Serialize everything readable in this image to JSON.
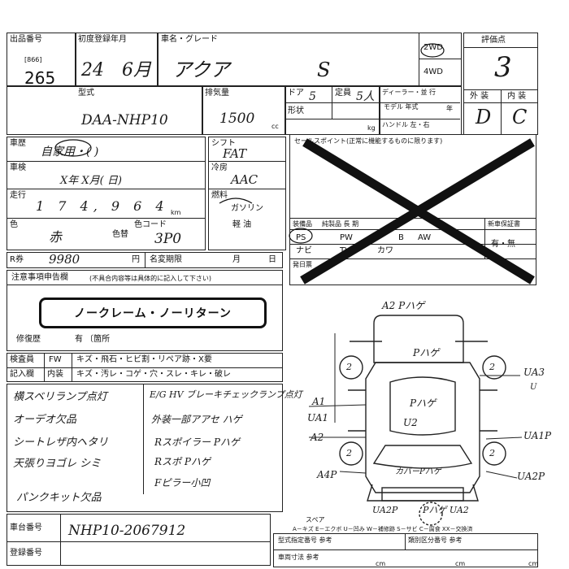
{
  "header": {
    "lot_label": "出品番号",
    "lot_code": "[866]",
    "lot_number": "265",
    "first_reg_label": "初度登録年月",
    "year": "24",
    "month": "6月",
    "model_label": "車名・グレード",
    "model_name": "アクア",
    "grade": "S",
    "drive_2wd": "2WD",
    "drive_4wd": "4WD",
    "score_label": "評価点",
    "score": "3",
    "type_label": "型式",
    "type_value": "DAA-NHP10",
    "disp_label": "排気量",
    "disp_value": "1500",
    "disp_unit": "cc",
    "doors_label": "ドア",
    "doors_value": "5",
    "capacity_label": "定員",
    "capacity_value": "5人",
    "dealer_label": "ディーラー・並 行",
    "shape_label": "形状",
    "model_year_label": "モデル 年式",
    "year_unit": "年",
    "weight_unit": "kg",
    "handle_label": "ハンドル 左・右",
    "ext_label": "外 装",
    "int_label": "内 装",
    "ext_value": "D",
    "int_value": "C"
  },
  "details": {
    "history_label": "車歴",
    "history_value": "自家用・(          )",
    "inspection_label": "車検",
    "inspection_value": "X年   X月(  日)",
    "mileage_label": "走行",
    "mileage_value": "1 7 4, 9 6 4",
    "mileage_unit": "km",
    "color_label": "色",
    "color_value": "赤",
    "change_label": "色替",
    "color_code_label": "色コード",
    "color_code_value": "3P0",
    "recycle_label": "R券",
    "recycle_value": "9980",
    "yen": "円",
    "name_change_label": "名変期限",
    "month_unit": "月",
    "day_unit": "日",
    "shift_label": "シフト",
    "shift_value": "FAT",
    "ac_label": "冷房",
    "ac_value": "AAC",
    "fuel_label": "燃料",
    "fuel_value": "ガソリン",
    "fuel_options": "軽 油",
    "sales_point_label": "セールスポイント(正常に機能するものに限ります)",
    "equip_label": "装備品",
    "equip_genuine": "純製品 長 期",
    "new_warranty_label": "新車保証書",
    "equip_items": [
      "PS",
      "PW",
      "B",
      "AW",
      "ナビ",
      "TV",
      "カワ"
    ],
    "warranty_value": "有・無",
    "date_label": "発日票"
  },
  "notes": {
    "notice_label": "注意事項申告欄",
    "notice_sub": "(不具合内容等は具体的に記入して下さい)",
    "no_claim": "ノークレーム・ノーリターン",
    "repair_label": "修復歴",
    "repair_value": "有 〔箇所",
    "inspector_label": "検査員",
    "entry_label": "記入欄",
    "fw_label": "FW",
    "fw_items": "キズ・飛石・ヒビ割・リペア跡・X要",
    "int_row_label": "内装",
    "int_items": "キズ・汚レ・コゲ・穴・スレ・キレ・破レ",
    "left_notes": [
      "横スベリランプ点灯",
      "オーデオ欠品",
      "シートレザ内ヘタリ",
      "天張りヨゴレ シミ",
      "パンクキット欠品"
    ],
    "right_notes": [
      "E/G HV ブレーキチェックランプ点灯",
      "外装一部アアセ ハゲ",
      "Rスポイラー Pハゲ",
      "Rスポ Pハゲ",
      "Fピラー小凹"
    ]
  },
  "diagram": {
    "marks": [
      "A2 Pハゲ",
      "Pハゲ",
      "Pハゲ",
      "U2",
      "A1",
      "UA1",
      "A2",
      "A4P",
      "カバーPハゲ",
      "UA2P",
      "Pハゲ UA2",
      "UA3",
      "U",
      "UA1P",
      "UA2P",
      "2",
      "2",
      "2",
      "2"
    ],
    "spare_label": "スペア",
    "legend": "A－キズ  E－エクボ  U－凹み  W－補修跡  S－サビ  C－腐食  XX－交換済"
  },
  "footer": {
    "chassis_label": "車台番号",
    "chassis_value": "NHP10-2067912",
    "reg_label": "登録番号",
    "area_label1": "型式指定番号 参考",
    "area_label2": "類別区分番号 参考",
    "size_label": "車両寸法 参考",
    "cm": "cm"
  }
}
